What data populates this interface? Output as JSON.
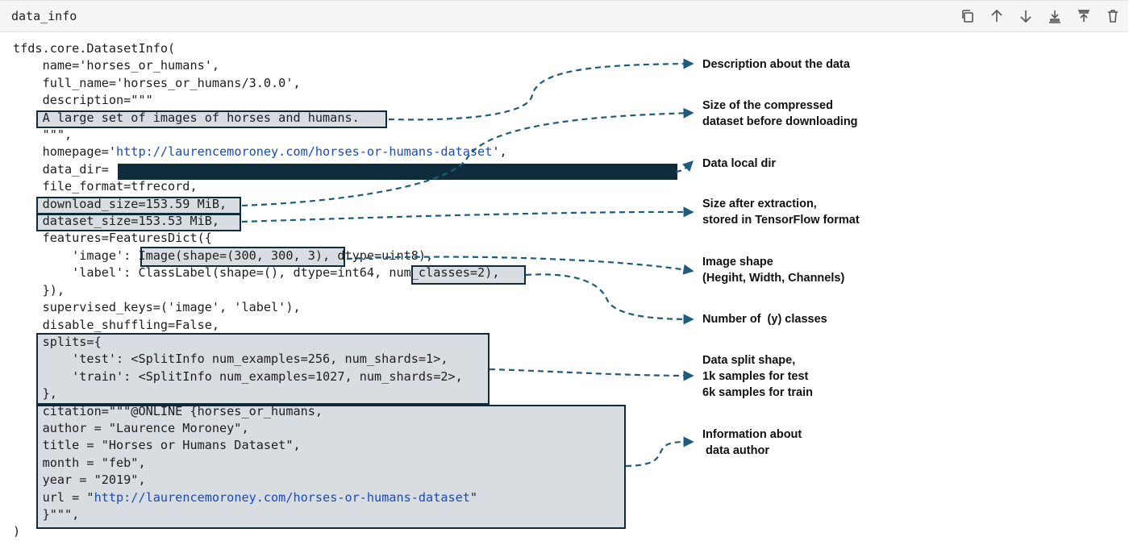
{
  "cell": {
    "name": "data_info",
    "toolbar": [
      {
        "icon": "copy-icon"
      },
      {
        "icon": "arrow-up-icon"
      },
      {
        "icon": "arrow-down-icon"
      },
      {
        "icon": "insert-below-icon"
      },
      {
        "icon": "insert-above-icon"
      },
      {
        "icon": "trash-icon"
      }
    ]
  },
  "code": {
    "l1": "tfds.core.DatasetInfo(",
    "l2": "    name='horses_or_humans',",
    "l3": "    full_name='horses_or_humans/3.0.0',",
    "l4": "    description=\"\"\"",
    "l5": "    A large set of images of horses and humans.",
    "l6": "    \"\"\",",
    "l7a": "    homepage='",
    "l7url": "http://laurencemoroney.com/horses-or-humans-dataset",
    "l7b": "',",
    "l8": "    data_dir=",
    "l9": "    file_format=tfrecord,",
    "l10": "    download_size=153.59 MiB,",
    "l11": "    dataset_size=153.53 MiB,",
    "l12": "    features=FeaturesDict({",
    "l13": "        'image': Image(shape=(300, 300, 3), dtype=uint8),",
    "l14": "        'label': ClassLabel(shape=(), dtype=int64, num_classes=2),",
    "l15": "    }),",
    "l16": "    supervised_keys=('image', 'label'),",
    "l17": "    disable_shuffling=False,",
    "l18": "    splits={",
    "l19": "        'test': <SplitInfo num_examples=256, num_shards=1>,",
    "l20": "        'train': <SplitInfo num_examples=1027, num_shards=2>,",
    "l21": "    },",
    "l22": "    citation=\"\"\"@ONLINE {horses_or_humans,",
    "l23": "    author = \"Laurence Moroney\",",
    "l24": "    title = \"Horses or Humans Dataset\",",
    "l25": "    month = \"feb\",",
    "l26": "    year = \"2019\",",
    "l27a": "    url = \"",
    "l27url": "http://laurencemoroney.com/horses-or-humans-dataset",
    "l27b": "\"",
    "l28": "    }\"\"\",",
    "l29": ")"
  },
  "annotations": {
    "description": "Description about the data",
    "download_size": "Size of the compressed\ndataset before downloading",
    "data_dir": "Data local dir",
    "dataset_size": "Size after extraction,\nstored in TensorFlow format",
    "image_shape": "Image shape\n(Hegiht, Width, Channels)",
    "num_classes": "Number of  (y) classes",
    "splits": "Data split shape,\n1k samples for test\n6k samples for train",
    "author": "Information about\n data author"
  },
  "colors": {
    "highlight_fill": "#d7dde1",
    "highlight_border": "#0f2a3b",
    "arrow": "#1f5b7a",
    "url": "#1a4ab8",
    "redaction": "#0f2c3d"
  }
}
